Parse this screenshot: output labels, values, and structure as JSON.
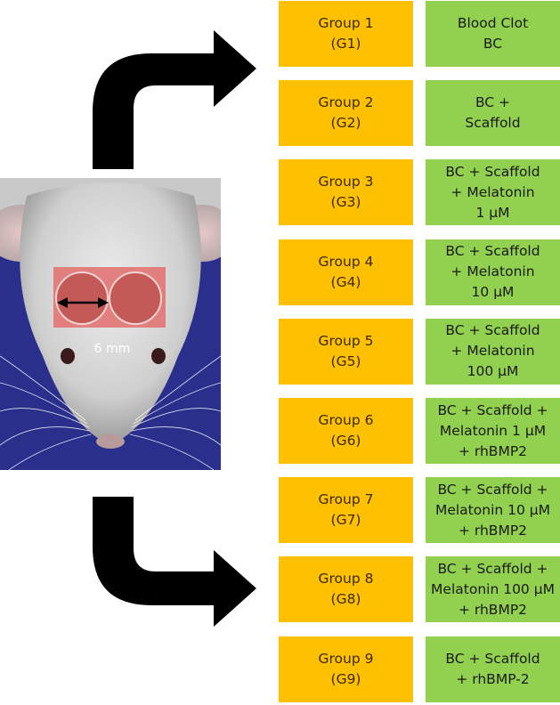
{
  "photo": {
    "scale_label": "6 mm"
  },
  "groups": [
    {
      "label": "Group 1",
      "code": "(G1)",
      "treatment": [
        "Blood Clot",
        "BC"
      ]
    },
    {
      "label": "Group 2",
      "code": "(G2)",
      "treatment": [
        "BC +",
        "Scaffold"
      ]
    },
    {
      "label": "Group 3",
      "code": "(G3)",
      "treatment": [
        "BC + Scaffold",
        "+ Melatonin",
        "1 µM"
      ]
    },
    {
      "label": "Group 4",
      "code": "(G4)",
      "treatment": [
        "BC + Scaffold",
        "+ Melatonin",
        "10 µM"
      ]
    },
    {
      "label": "Group 5",
      "code": "(G5)",
      "treatment": [
        "BC + Scaffold",
        "+ Melatonin",
        "100 µM"
      ]
    },
    {
      "label": "Group 6",
      "code": "(G6)",
      "treatment": [
        "BC + Scaffold +",
        "Melatonin 1 µM",
        "+ rhBMP2"
      ]
    },
    {
      "label": "Group 7",
      "code": "(G7)",
      "treatment": [
        "BC + Scaffold +",
        "Melatonin 10 µM",
        "+ rhBMP2"
      ]
    },
    {
      "label": "Group 8",
      "code": "(G8)",
      "treatment": [
        "BC + Scaffold +",
        "Melatonin 100 µM",
        "+ rhBMP2"
      ]
    },
    {
      "label": "Group 9",
      "code": "(G9)",
      "treatment": [
        "BC + Scaffold",
        "+ rhBMP-2"
      ]
    }
  ],
  "colors": {
    "group_box": "#ffc000",
    "treatment_box": "#92d050",
    "arrow": "#000000",
    "photo_background": "#2a2f8c"
  }
}
